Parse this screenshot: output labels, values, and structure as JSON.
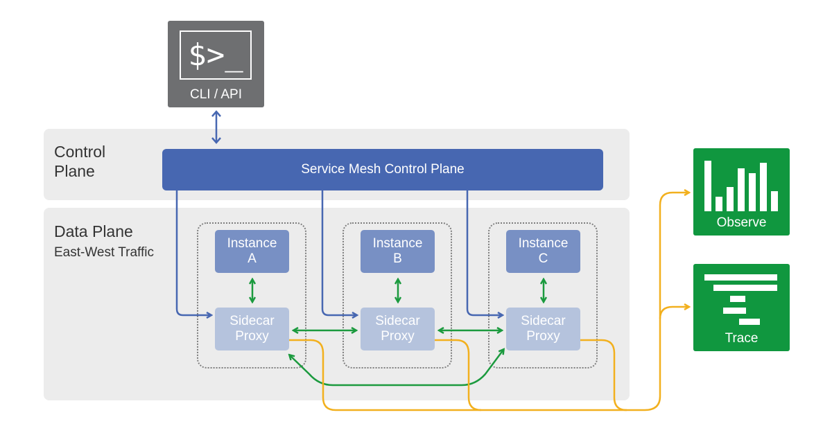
{
  "cli": {
    "prompt": "$>_",
    "label": "CLI / API"
  },
  "control_plane": {
    "title_line1": "Control",
    "title_line2": "Plane",
    "bar_label": "Service Mesh Control Plane"
  },
  "data_plane": {
    "title": "Data Plane",
    "subtitle": "East-West Traffic"
  },
  "pods": [
    {
      "instance_line1": "Instance",
      "instance_line2": "A",
      "sidecar_line1": "Sidecar",
      "sidecar_line2": "Proxy"
    },
    {
      "instance_line1": "Instance",
      "instance_line2": "B",
      "sidecar_line1": "Sidecar",
      "sidecar_line2": "Proxy"
    },
    {
      "instance_line1": "Instance",
      "instance_line2": "C",
      "sidecar_line1": "Sidecar",
      "sidecar_line2": "Proxy"
    }
  ],
  "observe": {
    "label": "Observe",
    "icon": "bar-chart-icon"
  },
  "trace": {
    "label": "Trace",
    "icon": "trace-waterfall-icon"
  },
  "colors": {
    "control_blue": "#4767b1",
    "mesh_green": "#1b9a3e",
    "telemetry_yellow": "#f2b01e",
    "card_green": "#10973f"
  }
}
